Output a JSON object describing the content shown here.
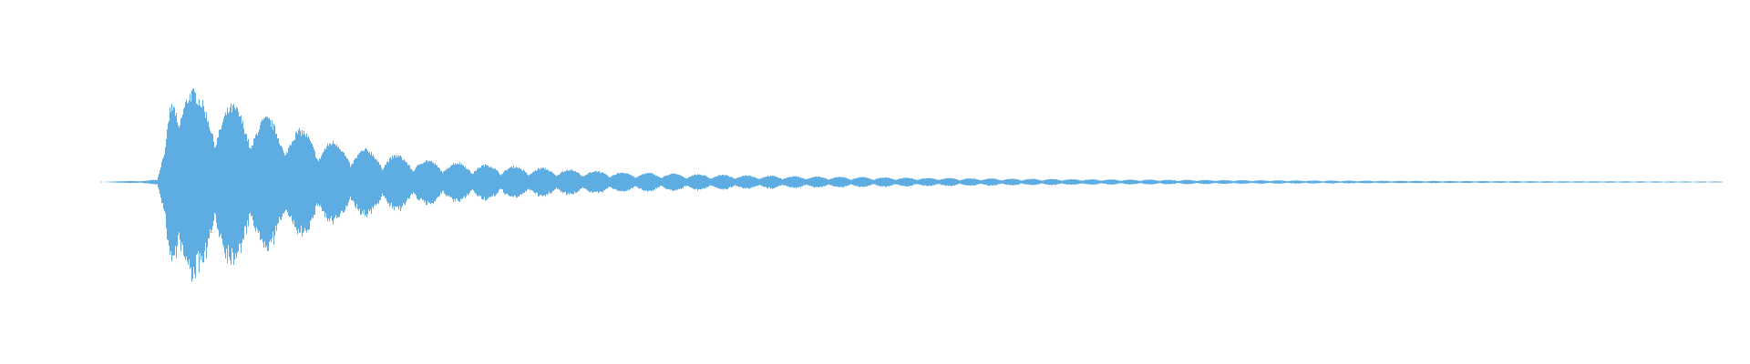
{
  "waveform": {
    "color": "#5dade2",
    "background": "#ffffff",
    "shape": "decaying percussive oscillation (drum hit) with periodic amplitude bursts",
    "envelope": [
      {
        "t": 0.0,
        "amp": 0.0
      },
      {
        "t": 0.02,
        "amp": 0.01
      },
      {
        "t": 0.035,
        "amp": 0.02
      },
      {
        "t": 0.04,
        "amp": 0.3
      },
      {
        "t": 0.043,
        "amp": 0.78
      },
      {
        "t": 0.046,
        "amp": 1.0
      },
      {
        "t": 0.06,
        "amp": 0.7
      },
      {
        "t": 0.075,
        "amp": 0.64
      },
      {
        "t": 0.09,
        "amp": 0.6
      },
      {
        "t": 0.11,
        "amp": 0.48
      },
      {
        "t": 0.13,
        "amp": 0.4
      },
      {
        "t": 0.15,
        "amp": 0.3
      },
      {
        "t": 0.17,
        "amp": 0.25
      },
      {
        "t": 0.2,
        "amp": 0.18
      },
      {
        "t": 0.24,
        "amp": 0.14
      },
      {
        "t": 0.28,
        "amp": 0.11
      },
      {
        "t": 0.32,
        "amp": 0.08
      },
      {
        "t": 0.38,
        "amp": 0.06
      },
      {
        "t": 0.44,
        "amp": 0.045
      },
      {
        "t": 0.5,
        "amp": 0.035
      },
      {
        "t": 0.58,
        "amp": 0.025
      },
      {
        "t": 0.66,
        "amp": 0.018
      },
      {
        "t": 0.75,
        "amp": 0.012
      },
      {
        "t": 0.85,
        "amp": 0.008
      },
      {
        "t": 0.95,
        "amp": 0.005
      },
      {
        "t": 1.0,
        "amp": 0.004
      }
    ],
    "burst_frequency_start": 40,
    "burst_frequency_end": 75,
    "seed": 7
  }
}
